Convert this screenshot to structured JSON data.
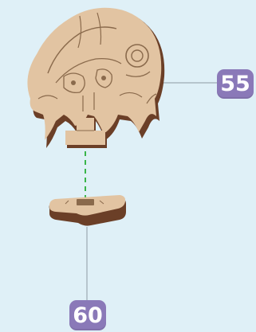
{
  "callouts": {
    "top_piece": {
      "number": "55",
      "color": "#8a79b8"
    },
    "base_piece": {
      "number": "60",
      "color": "#8a79b8"
    }
  },
  "colors": {
    "background": "#dff0f7",
    "wood_face": "#e2c4a2",
    "wood_edge": "#6b3f27",
    "engraving": "#8a6a4c",
    "guide_line": "#39b54a",
    "leader_line": "#8e9aa3"
  },
  "icons": [
    "creature-standee-piece",
    "base-stand-piece"
  ]
}
